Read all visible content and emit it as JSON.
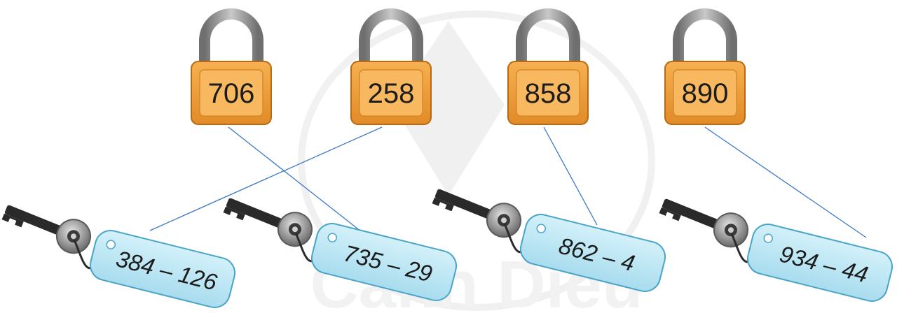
{
  "padlocks": [
    {
      "number": "706"
    },
    {
      "number": "258"
    },
    {
      "number": "858"
    },
    {
      "number": "890"
    }
  ],
  "keys": [
    {
      "expression": "384 – 126"
    },
    {
      "expression": "735 – 29"
    },
    {
      "expression": "862 – 4"
    },
    {
      "expression": "934 – 44"
    }
  ],
  "matches": [
    {
      "padlock": "706",
      "key": "735 – 29"
    },
    {
      "padlock": "258",
      "key": "384 – 126"
    },
    {
      "padlock": "858",
      "key": "862 – 4"
    },
    {
      "padlock": "890",
      "key": "934 – 44"
    }
  ],
  "watermark": {
    "text": "Cánh Diều"
  },
  "colors": {
    "lock_body": "#f0a040",
    "lock_face": "#f7b860",
    "lock_border": "#b86a12",
    "shackle": "#8e8e8e",
    "tag_fill": "#bfe8f5",
    "tag_border": "#4aa3c8",
    "match_line": "#3a78c8",
    "key_metal": "#2a2a2a",
    "key_ring": "#7a7a7a"
  }
}
